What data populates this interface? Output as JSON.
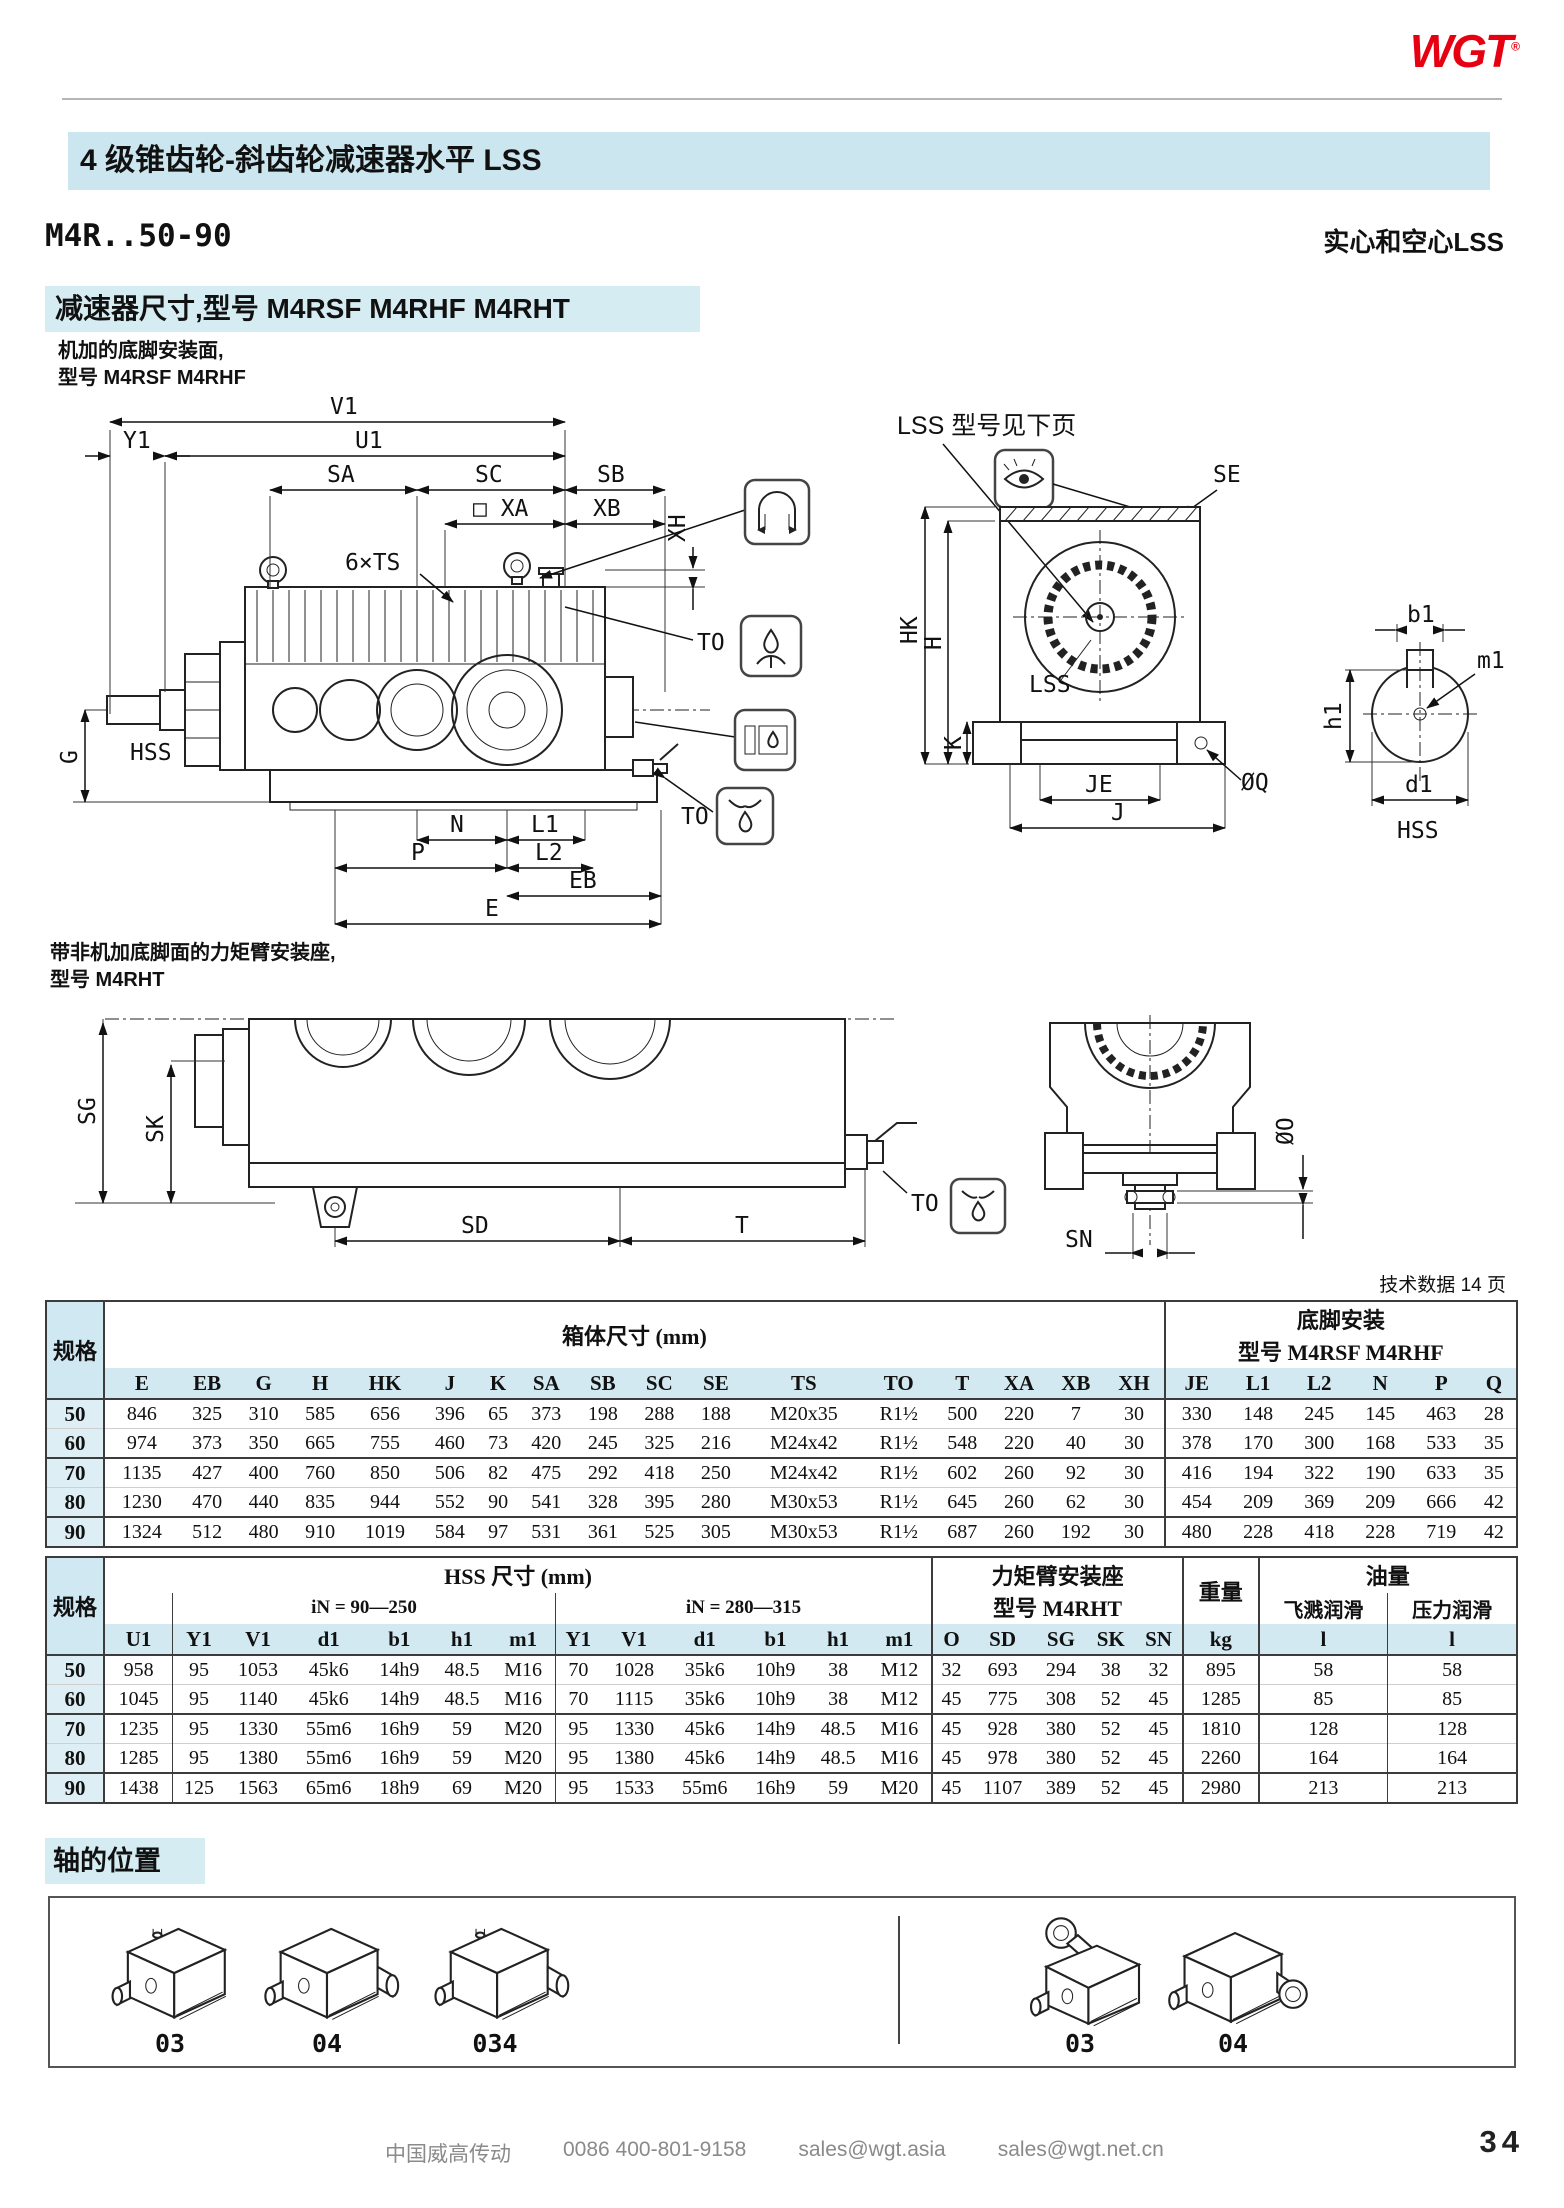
{
  "colors": {
    "accent_blue": "#cbe6ef",
    "accent_blue_light": "#d6ecf3",
    "logo_red": "#e60012"
  },
  "page": {
    "logo_text": "WGT",
    "logo_reg": "®",
    "header_bar_title": "4 级锥齿轮-斜齿轮减速器水平 LSS",
    "model_range": "M4R..50-90",
    "solid_hollow_note": "实心和空心LSS",
    "section_title": "减速器尺寸,型号 M4RSF M4RHF M4RHT",
    "note_machined_line1": "机加的底脚安装面,",
    "note_machined_line2": "型号 M4RSF M4RHF",
    "note_torque_line1": "带非机加底脚面的力矩臂安装座,",
    "note_torque_line2": "型号 M4RHT",
    "tech_data_ref": "技术数据 14 页",
    "shaft_position_title": "轴的位置",
    "footer": {
      "company": "中国威高传动",
      "phone": "0086  400-801-9158",
      "email1": "sales@wgt.asia",
      "email2": "sales@wgt.net.cn",
      "page_number": "34"
    }
  },
  "drawing1": {
    "labels": {
      "V1": "V1",
      "Y1": "Y1",
      "U1": "U1",
      "SA": "SA",
      "SC": "SC",
      "SB": "SB",
      "XA": "□ XA",
      "XB": "XB",
      "XH": "XH",
      "TS": "6×TS",
      "HSS": "HSS",
      "G": "G",
      "N": "N",
      "L1": "L1",
      "P": "P",
      "L2": "L2",
      "EB": "EB",
      "E": "E",
      "TO_top": "TO",
      "TO_bottom": "TO",
      "LSS_ref": "LSS 型号见下页",
      "SE": "SE",
      "HK": "HK",
      "H": "H",
      "LSS": "LSS",
      "K": "K",
      "JE": "JE",
      "J": "J",
      "OQ": "ØQ",
      "b1": "b1",
      "m1": "m1",
      "h1": "h1",
      "d1": "d1",
      "HSS2": "HSS"
    }
  },
  "drawing2": {
    "labels": {
      "SG": "SG",
      "SK": "SK",
      "SD": "SD",
      "T": "T",
      "TO": "TO",
      "SN": "SN",
      "OO": "ØO"
    }
  },
  "table1": {
    "spec_header": "规格",
    "group_box": "箱体尺寸 (mm)",
    "group_foot_line1": "底脚安装",
    "group_foot_line2": "型号 M4RSF M4RHF",
    "columns": [
      "E",
      "EB",
      "G",
      "H",
      "HK",
      "J",
      "K",
      "SA",
      "SB",
      "SC",
      "SE",
      "TS",
      "TO",
      "T",
      "XA",
      "XB",
      "XH",
      "JE",
      "L1",
      "L2",
      "N",
      "P",
      "Q"
    ],
    "rows": [
      {
        "spec": "50",
        "values": [
          "846",
          "325",
          "310",
          "585",
          "656",
          "396",
          "65",
          "373",
          "198",
          "288",
          "188",
          "M20x35",
          "R1½",
          "500",
          "220",
          "7",
          "30",
          "330",
          "148",
          "245",
          "145",
          "463",
          "28"
        ]
      },
      {
        "spec": "60",
        "values": [
          "974",
          "373",
          "350",
          "665",
          "755",
          "460",
          "73",
          "420",
          "245",
          "325",
          "216",
          "M24x42",
          "R1½",
          "548",
          "220",
          "40",
          "30",
          "378",
          "170",
          "300",
          "168",
          "533",
          "35"
        ]
      },
      {
        "spec": "70",
        "values": [
          "1135",
          "427",
          "400",
          "760",
          "850",
          "506",
          "82",
          "475",
          "292",
          "418",
          "250",
          "M24x42",
          "R1½",
          "602",
          "260",
          "92",
          "30",
          "416",
          "194",
          "322",
          "190",
          "633",
          "35"
        ]
      },
      {
        "spec": "80",
        "values": [
          "1230",
          "470",
          "440",
          "835",
          "944",
          "552",
          "90",
          "541",
          "328",
          "395",
          "280",
          "M30x53",
          "R1½",
          "645",
          "260",
          "62",
          "30",
          "454",
          "209",
          "369",
          "209",
          "666",
          "42"
        ]
      },
      {
        "spec": "90",
        "values": [
          "1324",
          "512",
          "480",
          "910",
          "1019",
          "584",
          "97",
          "531",
          "361",
          "525",
          "305",
          "M30x53",
          "R1½",
          "687",
          "260",
          "192",
          "30",
          "480",
          "228",
          "418",
          "228",
          "719",
          "42"
        ]
      }
    ]
  },
  "table2": {
    "spec_header": "规格",
    "group_hss": "HSS 尺寸 (mm)",
    "sub_i1": "iN = 90—250",
    "sub_i2": "iN = 280—315",
    "group_torque_line1": "力矩臂安装座",
    "group_torque_line2": "型号 M4RHT",
    "group_weight": "重量",
    "group_oil": "油量",
    "sub_oil1": "飞溅润滑",
    "sub_oil2": "压力润滑",
    "columns": [
      "U1",
      "Y1",
      "V1",
      "d1",
      "b1",
      "h1",
      "m1",
      "Y1",
      "V1",
      "d1",
      "b1",
      "h1",
      "m1",
      "O",
      "SD",
      "SG",
      "SK",
      "SN",
      "kg",
      "l",
      "l"
    ],
    "rows": [
      {
        "spec": "50",
        "values": [
          "958",
          "95",
          "1053",
          "45k6",
          "14h9",
          "48.5",
          "M16",
          "70",
          "1028",
          "35k6",
          "10h9",
          "38",
          "M12",
          "32",
          "693",
          "294",
          "38",
          "32",
          "895",
          "58",
          "58"
        ]
      },
      {
        "spec": "60",
        "values": [
          "1045",
          "95",
          "1140",
          "45k6",
          "14h9",
          "48.5",
          "M16",
          "70",
          "1115",
          "35k6",
          "10h9",
          "38",
          "M12",
          "45",
          "775",
          "308",
          "52",
          "45",
          "1285",
          "85",
          "85"
        ]
      },
      {
        "spec": "70",
        "values": [
          "1235",
          "95",
          "1330",
          "55m6",
          "16h9",
          "59",
          "M20",
          "95",
          "1330",
          "45k6",
          "14h9",
          "48.5",
          "M16",
          "45",
          "928",
          "380",
          "52",
          "45",
          "1810",
          "128",
          "128"
        ]
      },
      {
        "spec": "80",
        "values": [
          "1285",
          "95",
          "1380",
          "55m6",
          "16h9",
          "59",
          "M20",
          "95",
          "1380",
          "45k6",
          "14h9",
          "48.5",
          "M16",
          "45",
          "978",
          "380",
          "52",
          "45",
          "2260",
          "164",
          "164"
        ]
      },
      {
        "spec": "90",
        "values": [
          "1438",
          "125",
          "1563",
          "65m6",
          "18h9",
          "69",
          "M20",
          "95",
          "1533",
          "55m6",
          "16h9",
          "59",
          "M20",
          "45",
          "1107",
          "389",
          "52",
          "45",
          "2980",
          "213",
          "213"
        ]
      }
    ]
  },
  "shaft_positions": {
    "items": [
      {
        "label": "03"
      },
      {
        "label": "04"
      },
      {
        "label": "034"
      },
      {
        "label": "03"
      },
      {
        "label": "04"
      }
    ]
  }
}
